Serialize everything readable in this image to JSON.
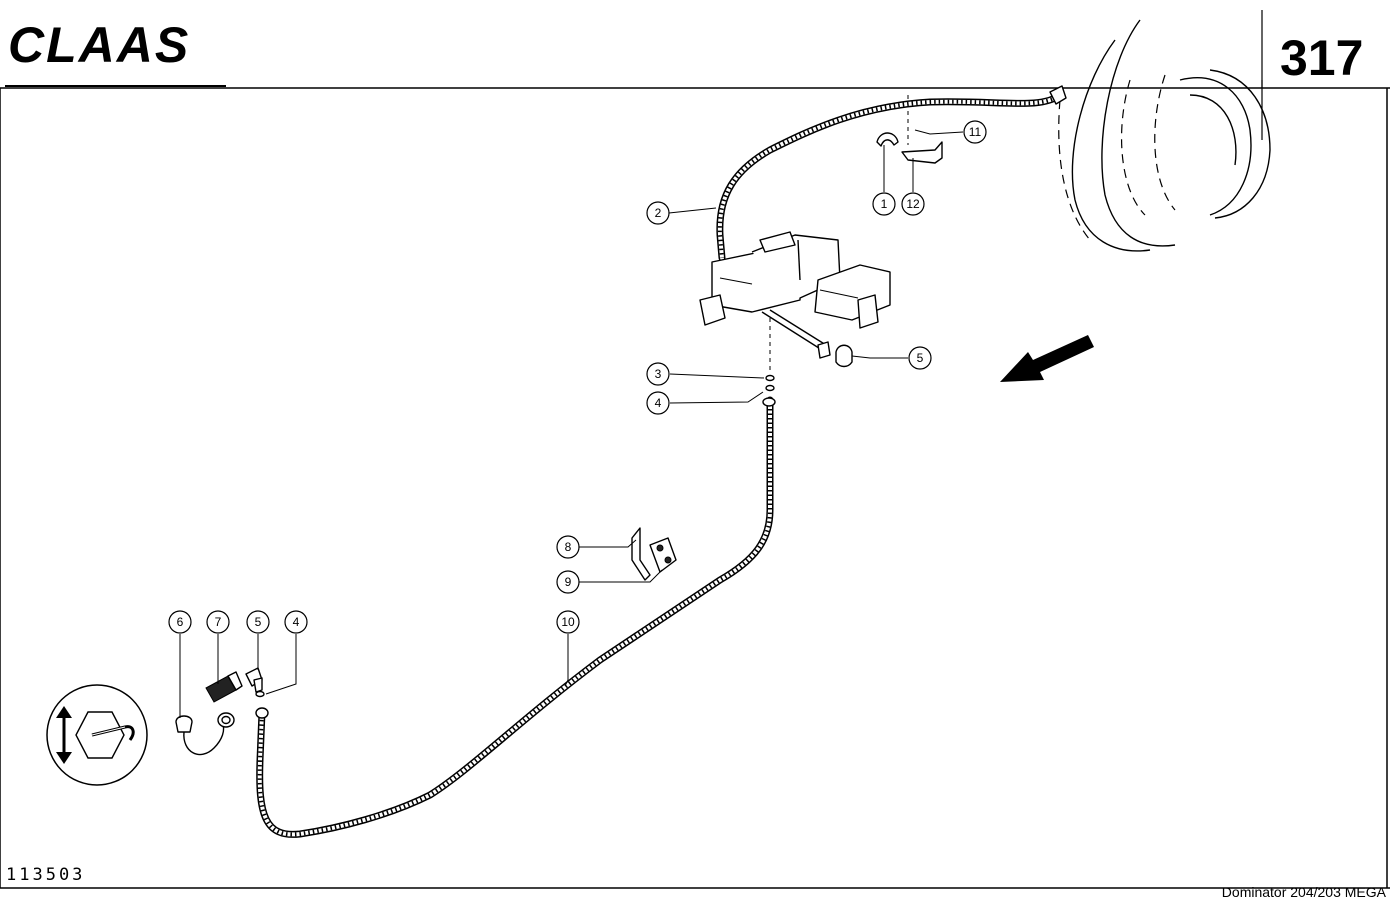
{
  "header": {
    "brand_logo": "CLAAS",
    "page_number": "317"
  },
  "footer": {
    "drawing_number": "113503",
    "model": "Dominator 204/203 MEGA"
  },
  "callouts": [
    {
      "id": "c1",
      "label": "1"
    },
    {
      "id": "c2",
      "label": "2"
    },
    {
      "id": "c3",
      "label": "3"
    },
    {
      "id": "c4a",
      "label": "4"
    },
    {
      "id": "c5a",
      "label": "5"
    },
    {
      "id": "c6",
      "label": "6"
    },
    {
      "id": "c7",
      "label": "7"
    },
    {
      "id": "c5b",
      "label": "5"
    },
    {
      "id": "c4b",
      "label": "4"
    },
    {
      "id": "c8",
      "label": "8"
    },
    {
      "id": "c9",
      "label": "9"
    },
    {
      "id": "c10",
      "label": "10"
    },
    {
      "id": "c11",
      "label": "11"
    },
    {
      "id": "c12",
      "label": "12"
    }
  ],
  "icons": {
    "direction": "travel-direction-arrow-icon",
    "symbol": "adjustment-symbol-icon",
    "tire": "tire-icon"
  }
}
